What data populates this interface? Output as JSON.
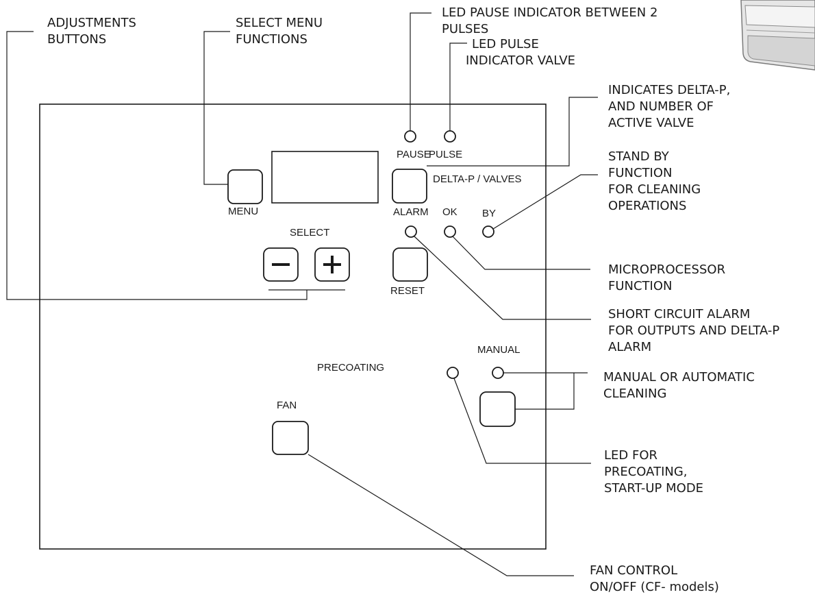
{
  "panel": {
    "labels": {
      "pause": "PAUSE",
      "pulse": "PULSE",
      "delta_p_valves": "DELTA-P / VALVES",
      "menu": "MENU",
      "alarm": "ALARM",
      "ok": "OK",
      "by": "BY",
      "select": "SELECT",
      "reset": "RESET",
      "manual": "MANUAL",
      "precoating": "PRECOATING",
      "fan": "FAN"
    }
  },
  "callouts": {
    "adjustments_buttons": [
      "ADJUSTMENTS",
      "BUTTONS"
    ],
    "select_menu_functions": [
      "SELECT MENU",
      "FUNCTIONS"
    ],
    "led_pause_indicator": [
      "LED PAUSE INDICATOR BETWEEN 2",
      "PULSES"
    ],
    "led_pulse_indicator": [
      "LED PULSE",
      "INDICATOR VALVE"
    ],
    "indicates_delta_p": [
      "INDICATES DELTA-P,",
      "AND NUMBER OF",
      "ACTIVE VALVE"
    ],
    "stand_by_function": [
      "STAND BY",
      "FUNCTION",
      "FOR CLEANING",
      "OPERATIONS"
    ],
    "microprocessor_function": [
      "MICROPROCESSOR",
      "FUNCTION"
    ],
    "short_circuit_alarm": [
      "SHORT CIRCUIT ALARM",
      "FOR OUTPUTS AND DELTA-P",
      "ALARM"
    ],
    "manual_or_automatic": [
      "MANUAL OR AUTOMATIC",
      "CLEANING"
    ],
    "led_for_precoating": [
      "LED FOR",
      "PRECOATING,",
      "START-UP MODE"
    ],
    "fan_control": [
      "FAN CONTROL",
      "ON/OFF (CF- models)"
    ]
  }
}
